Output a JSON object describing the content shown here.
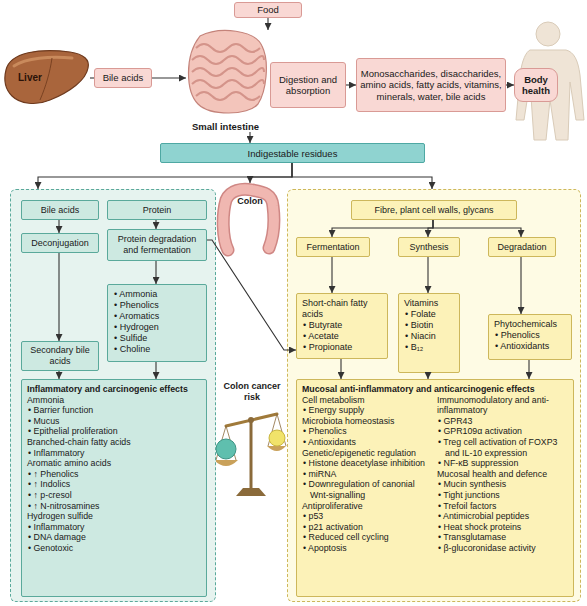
{
  "diagram": {
    "nodes": [
      {
        "text": [
          "Food"
        ]
      },
      {
        "text": [
          "Liver"
        ]
      },
      {
        "text": [
          "Bile acids"
        ]
      },
      {
        "text": [
          "Small intestine"
        ]
      },
      {
        "text": [
          "Digestion and absorption"
        ]
      },
      {
        "text": [
          "Monosaccharides, disaccharides, amino acids, fatty acids, vitamins, minerals, water, bile acids"
        ]
      },
      {
        "text": [
          "Body health"
        ]
      },
      {
        "text": [
          "Indigestable residues"
        ]
      },
      {
        "text": []
      },
      {
        "text": [
          "Bile acids"
        ],
        "in": 8
      },
      {
        "text": [
          "Protein"
        ],
        "in": 8
      },
      {
        "text": [
          "Deconjugation"
        ],
        "in": 8
      },
      {
        "text": [
          "Protein degradation and fermentation"
        ],
        "in": 8
      },
      {
        "text": [
          "• Ammonia",
          "• Phenolics",
          "• Aromatics",
          "• Hydrogen",
          "• Sulfide",
          "• Choline"
        ],
        "in": 8
      },
      {
        "text": [
          "Secondary bile acids"
        ],
        "in": 8
      },
      {
        "text": [
          "Inflammatory and carcinogenic effects",
          "Ammonia",
          "• Barrier function",
          "• Mucus",
          "• Epithelial proliferation",
          "Branched-chain fatty acids",
          "• Inflammatory",
          "Aromatic amino acids",
          "• ↑ Phenolics",
          "• ↑ Indolics",
          "• ↑ p-cresol",
          "• ↑ N-nitrosamines",
          "Hydrogen sulfide",
          "• Inflammatory",
          "• DNA damage",
          "• Genotoxic"
        ],
        "in": 8
      },
      {
        "text": [
          "Colon"
        ]
      },
      {
        "text": []
      },
      {
        "text": [
          "Fibre, plant cell walls, glycans"
        ],
        "in": 17
      },
      {
        "text": [
          "Fermentation"
        ],
        "in": 17
      },
      {
        "text": [
          "Synthesis"
        ],
        "in": 17
      },
      {
        "text": [
          "Degradation"
        ],
        "in": 17
      },
      {
        "text": [
          "Short-chain fatty acids",
          "• Butyrate",
          "• Acetate",
          "• Propionate"
        ],
        "in": 17
      },
      {
        "text": [
          "Vitamins",
          "• Folate",
          "• Biotin",
          "• Niacin",
          "• B₁₂"
        ],
        "in": 17
      },
      {
        "text": [
          "Phytochemicals",
          "• Phenolics",
          "• Antioxidants"
        ],
        "in": 17
      },
      {
        "text": [
          "Mucosal anti-inflammatory and anticarcinogenic effects",
          "Cell metabolism",
          "• Energy supply",
          "Microbiota homeostasis",
          "• Phenolics",
          "• Antioxidants",
          "Genetic/epigenetic regulation",
          "• Histone deacetylase inhibition",
          "• miRNA",
          "• Downregulation of canonial Wnt-signalling",
          "Antiproliferative",
          "• p53",
          "• p21 activation",
          "• Reduced cell cycling",
          "• Apoptosis",
          "Immunomodulatory and anti-inflammatory",
          "• GPR43",
          "• GPR109α activation",
          "• Treg cell activation of FOXP3 and IL-10 expression",
          "• NF-κB suppression",
          "Mucosal health and defence",
          "• Mucin synthesis",
          "• Tight junctions",
          "• Trefoil factors",
          "• Antimicrobial peptides",
          "• Heat shock proteins",
          "• Transglutamase",
          "• β-glucoronidase activity"
        ],
        "in": 17
      }
    ],
    "edges": [
      {
        "from": 0,
        "to": 3,
        "arrow": "to"
      },
      {
        "from": 1,
        "to": 2,
        "arrow": "none"
      },
      {
        "from": 2,
        "to": 3,
        "arrow": "to"
      },
      {
        "from": 4,
        "to": 5,
        "arrow": "to"
      },
      {
        "from": 5,
        "to": 6,
        "arrow": "to"
      },
      {
        "from": 3,
        "to": 7,
        "arrow": "to"
      },
      {
        "from": 7,
        "to": 8,
        "arrow": "to"
      },
      {
        "from": 7,
        "to": 16,
        "arrow": "to"
      },
      {
        "from": 7,
        "to": 17,
        "arrow": "to"
      },
      {
        "from": 9,
        "to": 11,
        "arrow": "to"
      },
      {
        "from": 11,
        "to": 14,
        "arrow": "to"
      },
      {
        "from": 10,
        "to": 12,
        "arrow": "to"
      },
      {
        "from": 12,
        "to": 13,
        "arrow": "to"
      },
      {
        "from": 14,
        "to": 15,
        "arrow": "to"
      },
      {
        "from": 13,
        "to": 15,
        "arrow": "to"
      },
      {
        "from": 12,
        "to": 22,
        "arrow": "to"
      },
      {
        "from": 18,
        "to": 19,
        "arrow": "to"
      },
      {
        "from": 18,
        "to": 20,
        "arrow": "to"
      },
      {
        "from": 18,
        "to": 21,
        "arrow": "to"
      },
      {
        "from": 19,
        "to": 22,
        "arrow": "to"
      },
      {
        "from": 20,
        "to": 23,
        "arrow": "to"
      },
      {
        "from": 21,
        "to": 24,
        "arrow": "to"
      },
      {
        "from": 22,
        "to": 25,
        "arrow": "to"
      },
      {
        "from": 23,
        "to": 25,
        "arrow": "to"
      },
      {
        "from": 24,
        "to": 25,
        "arrow": "to"
      }
    ],
    "labels": [
      "Colon cancer risk"
    ]
  }
}
